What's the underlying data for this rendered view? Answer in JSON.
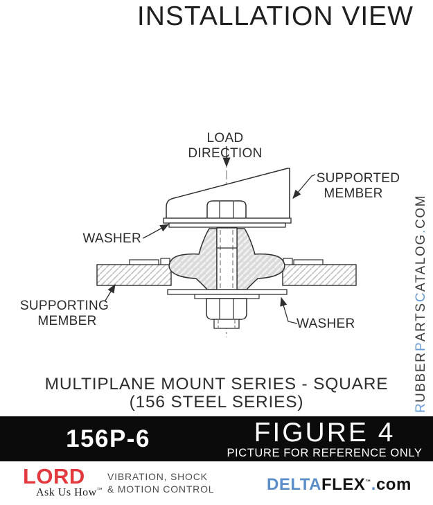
{
  "page": {
    "title": "INSTALLATION VIEW"
  },
  "diagram": {
    "labels": {
      "load_direction_line1": "LOAD",
      "load_direction_line2": "DIRECTION",
      "supported_member_line1": "SUPPORTED",
      "supported_member_line2": "MEMBER",
      "washer_top": "WASHER",
      "supporting_member_line1": "SUPPORTING",
      "supporting_member_line2": "MEMBER",
      "washer_bottom": "WASHER"
    },
    "caption_line1": "MULTIPLANE MOUNT SERIES - SQUARE",
    "caption_line2": "(156 STEEL SERIES)",
    "line_color": "#2f2f2f"
  },
  "watermark": {
    "full_text": "RUBBERPARTSCATALOG.COM",
    "blue": "#6b9cd3",
    "dark": "#3f3f3f",
    "segments": [
      {
        "text": "R"
      },
      {
        "text": "UBBER"
      },
      {
        "text": "P"
      },
      {
        "text": "ARTS"
      },
      {
        "text": "C"
      },
      {
        "text": "ATALOG"
      },
      {
        "text": "."
      },
      {
        "text": "COM"
      }
    ]
  },
  "figure_bar": {
    "part_number": "156P-6",
    "figure_label": "FIGURE 4",
    "figure_note": "PICTURE FOR REFERENCE ONLY",
    "background": "#0b0b0b",
    "text_color": "#ffffff"
  },
  "footer": {
    "lord_logo": "LORD",
    "lord_color": "#e1393e",
    "lord_tagline": "Ask Us How",
    "lord_tagline_tm": "™",
    "services_line1": "VIBRATION, SHOCK",
    "services_line2": "& MOTION CONTROL",
    "brand": {
      "delta": "DELTA",
      "flex": "FLEX",
      "tm": "™",
      "dot": ".",
      "com": "com",
      "delta_color": "#5b8ec9",
      "flex_color": "#141414"
    }
  }
}
